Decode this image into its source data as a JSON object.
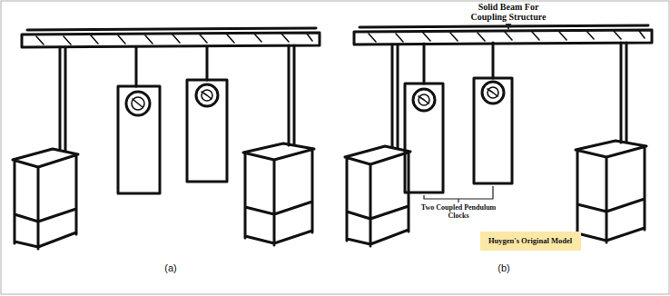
{
  "diagram": {
    "nodes": [
      {
        "text": [
          "Huygen's Original Model"
        ]
      }
    ],
    "labels": [
      "(a)",
      "Solid Beam For Coupling Structure",
      "Two Coupled Pendulum Clocks",
      "(b)"
    ]
  }
}
